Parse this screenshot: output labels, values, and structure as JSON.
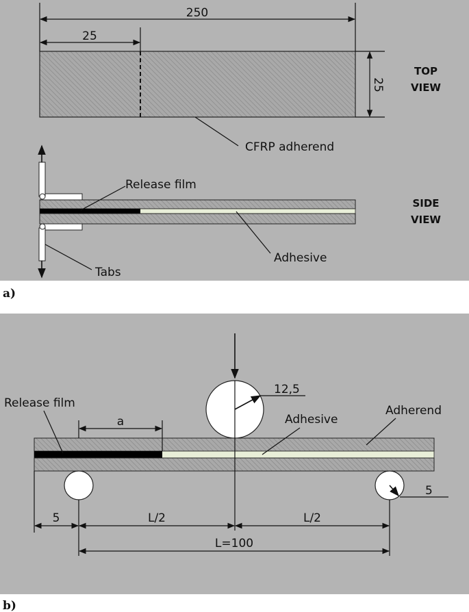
{
  "panel_a": {
    "label": "a)",
    "top_view": {
      "title_line1": "TOP",
      "title_line2": "VIEW",
      "dim_length": "250",
      "dim_crack": "25",
      "dim_width": "25",
      "adherend_label": "CFRP adherend"
    },
    "side_view": {
      "title_line1": "SIDE",
      "title_line2": "VIEW",
      "release_film_label": "Release film",
      "adhesive_label": "Adhesive",
      "tabs_label": "Tabs"
    }
  },
  "panel_b": {
    "label": "b)",
    "release_film_label": "Release film",
    "adhesive_label": "Adhesive",
    "adherend_label": "Adherend",
    "dim_a": "a",
    "dim_load_radius": "12,5",
    "dim_support_radius": "5",
    "dim_overhang": "5",
    "dim_half_left": "L/2",
    "dim_half_right": "L/2",
    "dim_span": "L=100"
  },
  "colors": {
    "panel_background": "#b4b4b4",
    "adhesive": "#e8eed8",
    "release_film": "#000000",
    "roller": "#ffffff"
  }
}
